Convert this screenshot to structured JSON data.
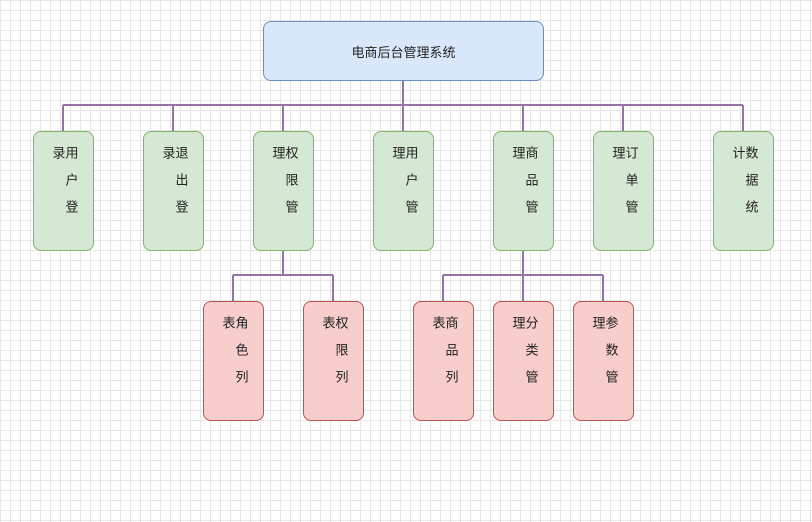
{
  "root": {
    "label": "电商后台管理系统",
    "color": "#dae8fc"
  },
  "level1": [
    {
      "label": "用户登录",
      "key": "login"
    },
    {
      "label": "退出登录",
      "key": "logout"
    },
    {
      "label": "权限管理",
      "key": "permission",
      "children": [
        "角色列表",
        "权限列表"
      ]
    },
    {
      "label": "用户管理",
      "key": "users"
    },
    {
      "label": "商品管理",
      "key": "goods",
      "children": [
        "商品列表",
        "分类管理",
        "参数管理"
      ]
    },
    {
      "label": "订单管理",
      "key": "orders"
    },
    {
      "label": "数据统计",
      "key": "stats"
    }
  ],
  "colors": {
    "connector": "#9673a6",
    "level1_fill": "#d5e8d4",
    "level2_fill": "#f8cecc"
  }
}
